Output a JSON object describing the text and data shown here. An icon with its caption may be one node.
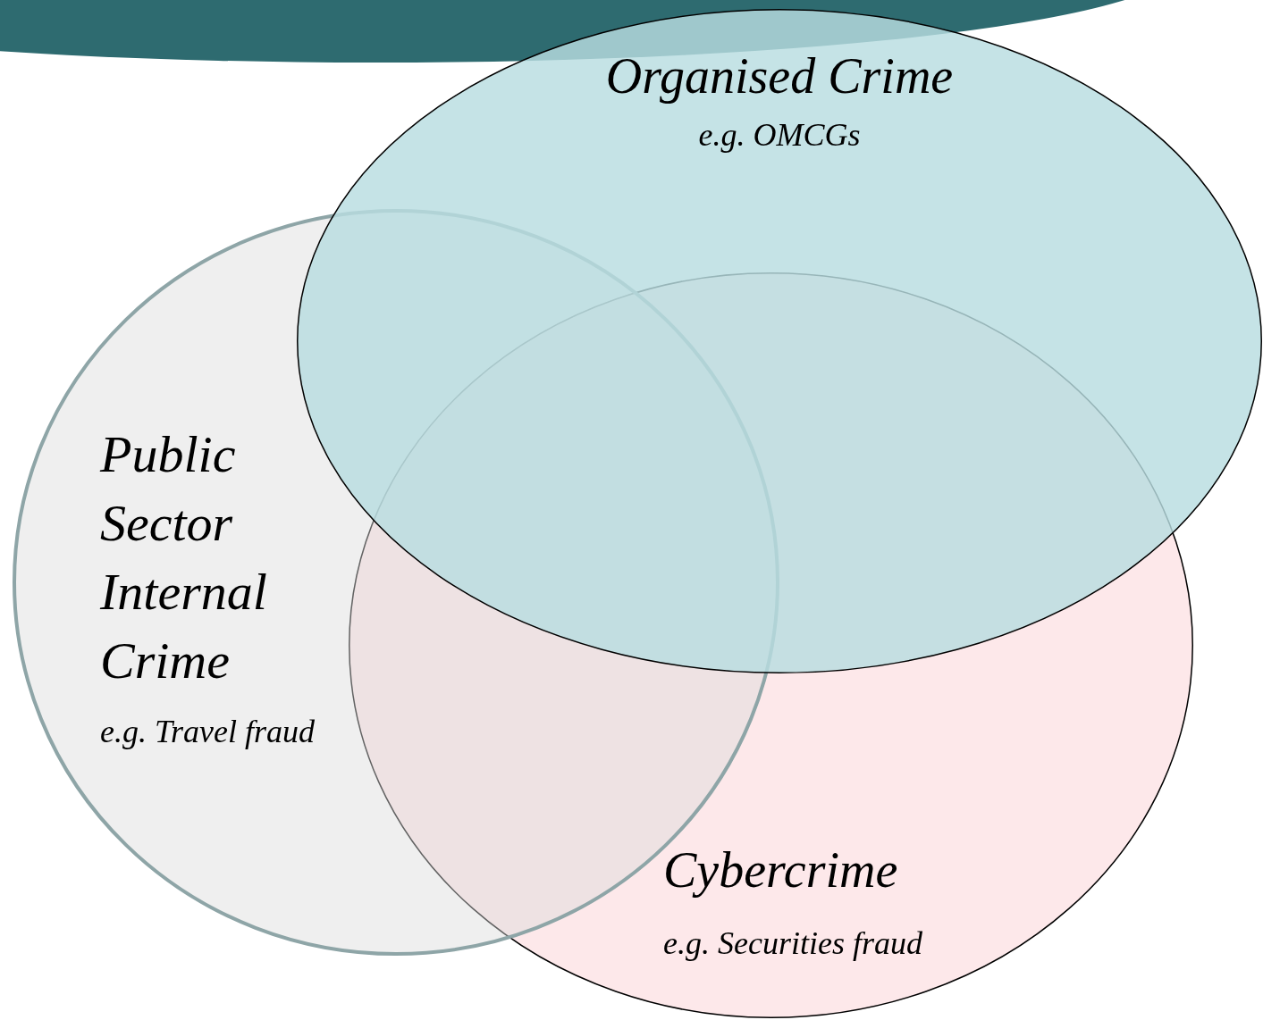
{
  "diagram": {
    "nodes": [
      {
        "text": [
          "Organised Crime",
          "e.g. OMCGs"
        ]
      },
      {
        "text": [
          "Public Sector Internal Crime",
          "e.g. Travel fraud"
        ]
      },
      {
        "text": [
          "Cybercrime",
          "e.g. Securities fraud"
        ]
      }
    ]
  }
}
